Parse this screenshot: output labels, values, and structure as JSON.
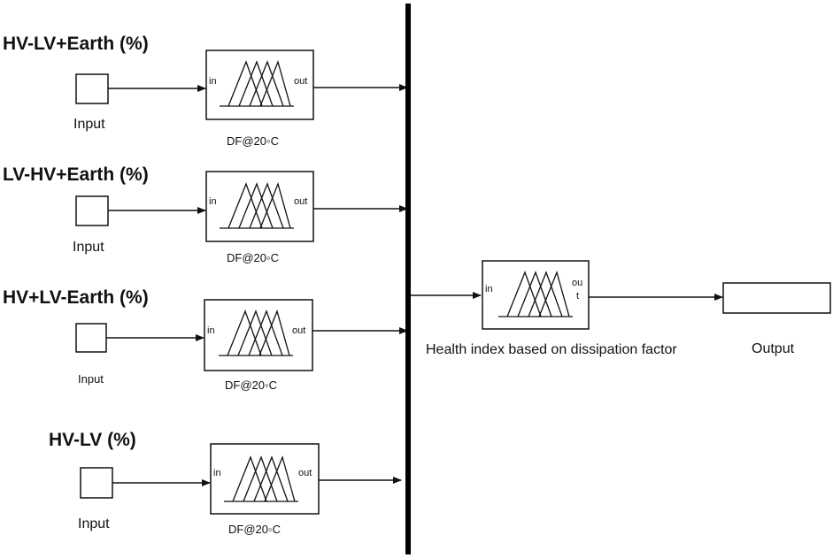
{
  "inputs": [
    {
      "title": "HV-LV+Earth (%)",
      "input_label": "Input",
      "block_label": "DF@20◦C",
      "port_in": "in",
      "port_out": "out"
    },
    {
      "title": "LV-HV+Earth (%)",
      "input_label": "Input",
      "block_label": "DF@20◦C",
      "port_in": "in",
      "port_out": "out"
    },
    {
      "title": "HV+LV-Earth (%)",
      "input_label": "Input",
      "block_label": "DF@20◦C",
      "port_in": "in",
      "port_out": "out"
    },
    {
      "title": "HV-LV (%)",
      "input_label": "Input",
      "block_label": "DF@20◦C",
      "port_in": "in",
      "port_out": "out"
    }
  ],
  "health_block": {
    "label": "Health index based on dissipation factor",
    "port_in": "in",
    "port_out_line1": "ou",
    "port_out_line2": "t"
  },
  "output": {
    "label": "Output"
  }
}
